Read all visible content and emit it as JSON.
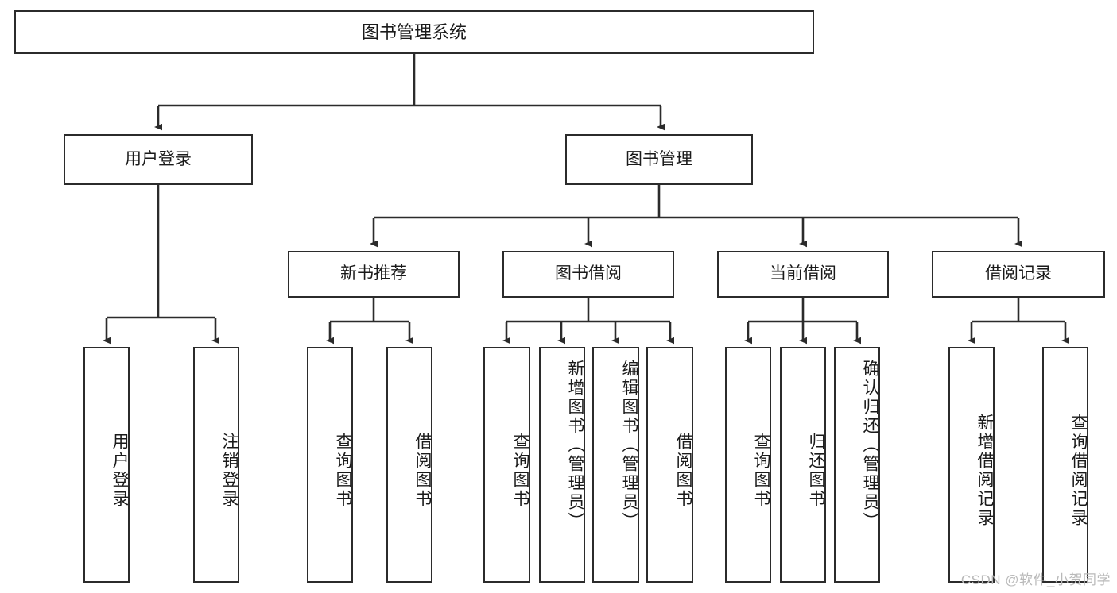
{
  "diagram": {
    "title": "图书管理系统",
    "watermark": "CSDN @软件_小贺同学",
    "colors": {
      "border": "#2b2b2b",
      "background": "#ffffff",
      "text": "#1a1a1a",
      "watermark": "#b9b9b9"
    },
    "root": {
      "label": "图书管理系统"
    },
    "level2": [
      {
        "label": "用户登录"
      },
      {
        "label": "图书管理"
      }
    ],
    "level3": [
      {
        "label": "新书推荐"
      },
      {
        "label": "图书借阅"
      },
      {
        "label": "当前借阅"
      },
      {
        "label": "借阅记录"
      }
    ],
    "leaves": {
      "user_login": [
        {
          "label": "用户登录"
        },
        {
          "label": "注销登录"
        }
      ],
      "new_book_recommend": [
        {
          "label": "查询图书"
        },
        {
          "label": "借阅图书"
        }
      ],
      "book_borrow": [
        {
          "label": "查询图书"
        },
        {
          "label": "新增图书（管理员）"
        },
        {
          "label": "编辑图书（管理员）"
        },
        {
          "label": "借阅图书"
        }
      ],
      "current_borrow": [
        {
          "label": "查询图书"
        },
        {
          "label": "归还图书"
        },
        {
          "label": "确认归还（管理员）"
        }
      ],
      "borrow_records": [
        {
          "label": "新增借阅记录"
        },
        {
          "label": "查询借阅记录"
        }
      ]
    }
  }
}
